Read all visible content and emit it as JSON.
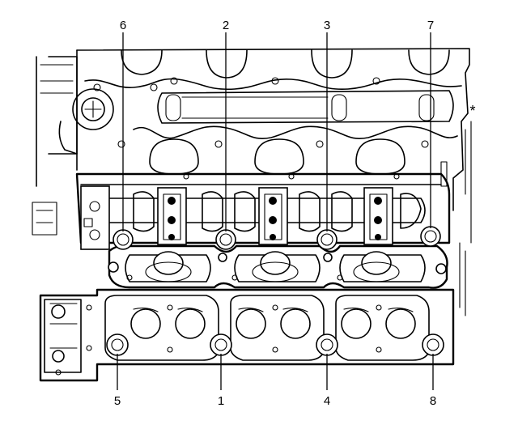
{
  "callouts": [
    {
      "id": "bolt-1",
      "label": "1"
    },
    {
      "id": "bolt-2",
      "label": "2"
    },
    {
      "id": "bolt-3",
      "label": "3"
    },
    {
      "id": "bolt-4",
      "label": "4"
    },
    {
      "id": "bolt-5",
      "label": "5"
    },
    {
      "id": "bolt-6",
      "label": "6"
    },
    {
      "id": "bolt-7",
      "label": "7"
    },
    {
      "id": "bolt-8",
      "label": "8"
    }
  ],
  "marks": {
    "asterisk": "*"
  }
}
